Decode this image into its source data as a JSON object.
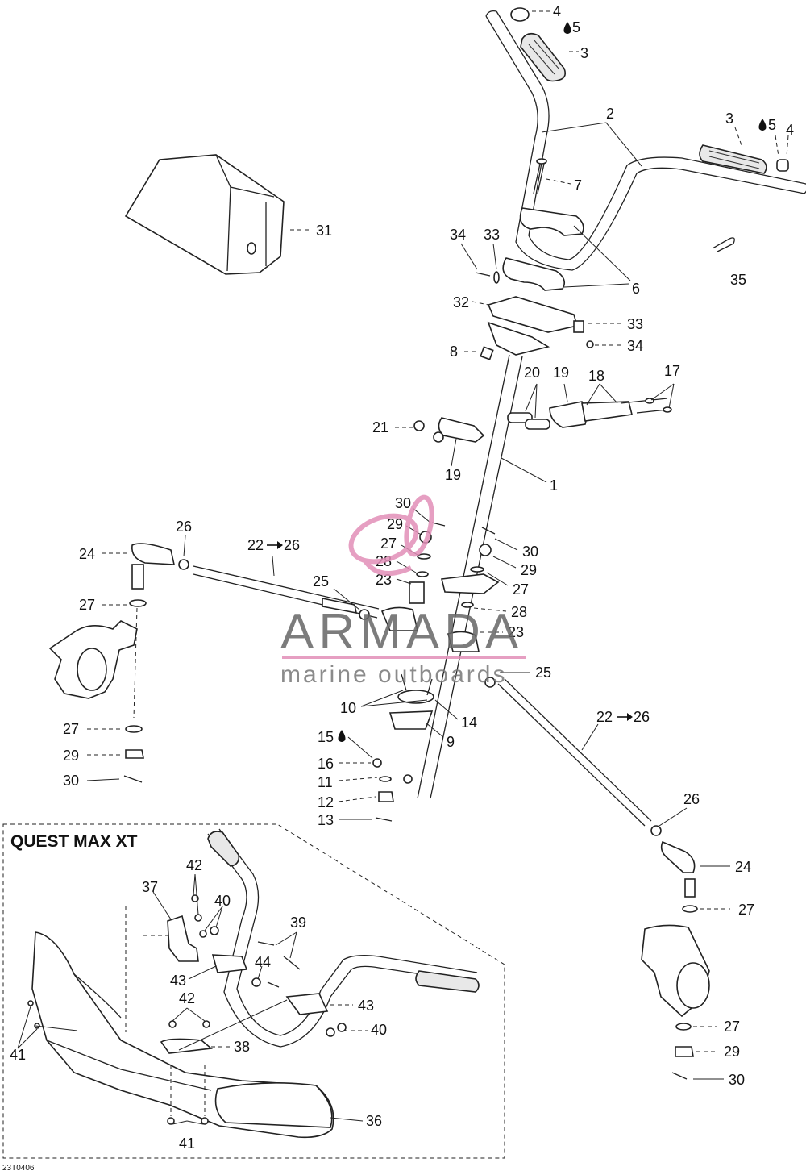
{
  "diagram": {
    "code": "23T0406",
    "inset_title": "QUEST MAX XT",
    "watermark": {
      "brand": "ARMADA",
      "tagline": "marine outboards",
      "color": "#e28fb8"
    }
  },
  "labels": {
    "l1": "1",
    "l2": "2",
    "l3a": "3",
    "l3b": "3",
    "l4a": "4",
    "l4b": "4",
    "l5a": "5",
    "l5b": "5",
    "l6": "6",
    "l7": "7",
    "l8": "8",
    "l9": "9",
    "l10": "10",
    "l11": "11",
    "l12": "12",
    "l13": "13",
    "l14": "14",
    "l15": "15",
    "l16": "16",
    "l17": "17",
    "l18": "18",
    "l19a": "19",
    "l19b": "19",
    "l20": "20",
    "l21": "21",
    "l22a": "22",
    "l22b": "22",
    "l23a": "23",
    "l23b": "23",
    "l24a": "24",
    "l24b": "24",
    "l25a": "25",
    "l25b": "25",
    "l26a": "26",
    "l26b": "26",
    "l26c": "26",
    "l26d": "26",
    "l27a": "27",
    "l27b": "27",
    "l27c": "27",
    "l27d": "27",
    "l27e": "27",
    "l27f": "27",
    "l28a": "28",
    "l28b": "28",
    "l29a": "29",
    "l29b": "29",
    "l29c": "29",
    "l29d": "29",
    "l30a": "30",
    "l30b": "30",
    "l30c": "30",
    "l30d": "30",
    "l31": "31",
    "l32": "32",
    "l33a": "33",
    "l33b": "33",
    "l34a": "34",
    "l34b": "34",
    "l35": "35",
    "l36": "36",
    "l37": "37",
    "l38": "38",
    "l39": "39",
    "l40a": "40",
    "l40b": "40",
    "l41a": "41",
    "l41b": "41",
    "l42a": "42",
    "l42b": "42",
    "l43a": "43",
    "l43b": "43",
    "l44": "44"
  },
  "icons": {
    "oil_drop": "oil-drop-icon",
    "arrow": "right-arrow-icon"
  }
}
